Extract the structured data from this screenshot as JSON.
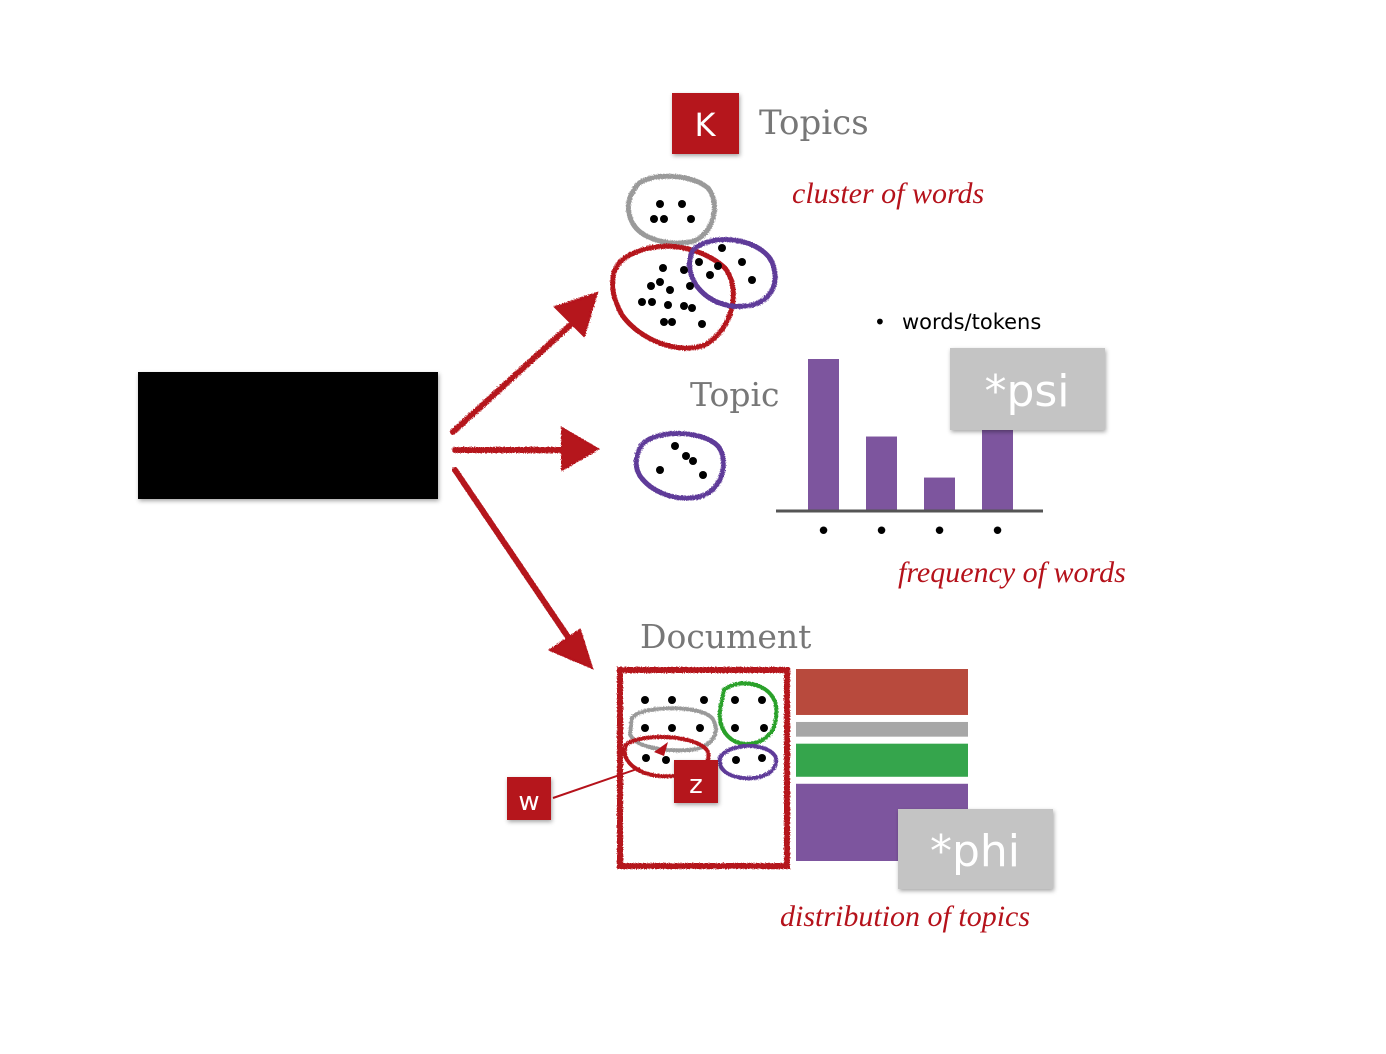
{
  "colors": {
    "accent_red": "#b5121b",
    "topic_purple": "#5e3a99",
    "topic_gray": "#9a9a9a",
    "topic_green": "#2ba12b",
    "bar_purple": "#7d559e",
    "bar_red": "#b84a3d",
    "bar_gray": "#a7a7a7",
    "bar_green": "#35a54c",
    "label_gray": "#777777",
    "box_gray": "#c4c4c4"
  },
  "topics": {
    "k_label": "K",
    "title": "Topics",
    "caption": "cluster of words"
  },
  "topic": {
    "title": "Topic",
    "legend_bullet": "•",
    "legend_label": "words/tokens",
    "psi_label": "*psi",
    "caption": "frequency of words",
    "chart_data": {
      "type": "bar",
      "categories": [
        "•",
        "•",
        "•",
        "•"
      ],
      "values": [
        1.0,
        0.49,
        0.22,
        0.56
      ],
      "ylim": [
        0,
        1
      ],
      "grid": false
    }
  },
  "document": {
    "title": "Document",
    "w_label": "w",
    "z_label": "z",
    "phi_label": "*phi",
    "caption": "distribution of topics",
    "topic_proportions": [
      {
        "color": "#b84a3d",
        "value": 0.25
      },
      {
        "color": "#a7a7a7",
        "value": 0.08
      },
      {
        "color": "#35a54c",
        "value": 0.18
      },
      {
        "color": "#7d559e",
        "value": 0.42
      }
    ]
  }
}
